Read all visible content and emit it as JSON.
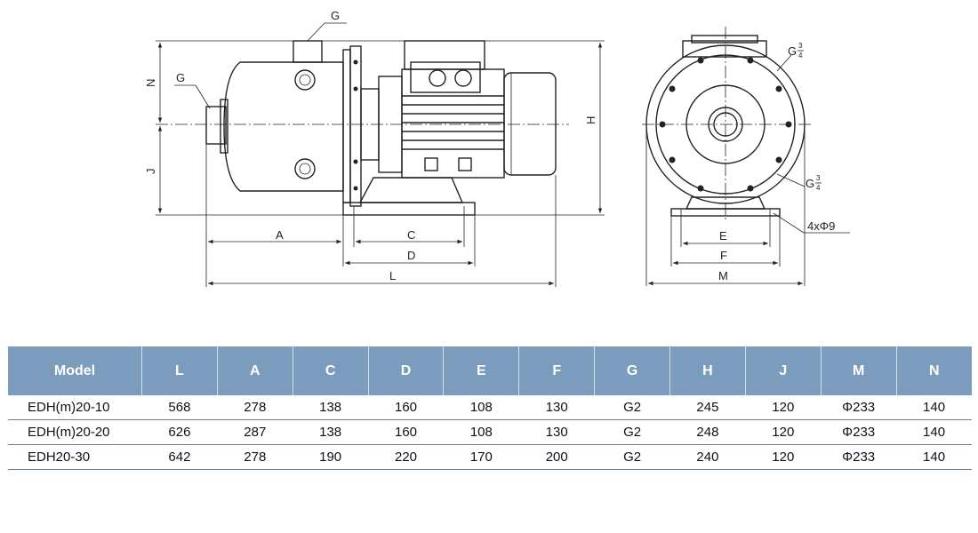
{
  "drawing": {
    "side_labels": {
      "G_top": "G",
      "G_left": "G",
      "N": "N",
      "J": "J",
      "H": "H",
      "A": "A",
      "C": "C",
      "D": "D",
      "L": "L"
    },
    "end_labels": {
      "G34_top": "G",
      "G34_bottom": "G",
      "fraction_num": "3",
      "fraction_den": "4",
      "E": "E",
      "F": "F",
      "M": "M",
      "holes": "4xΦ9"
    }
  },
  "table": {
    "headers": [
      "Model",
      "L",
      "A",
      "C",
      "D",
      "E",
      "F",
      "G",
      "H",
      "J",
      "M",
      "N"
    ],
    "rows": [
      [
        "EDH(m)20-10",
        "568",
        "278",
        "138",
        "160",
        "108",
        "130",
        "G2",
        "245",
        "120",
        "Φ233",
        "140"
      ],
      [
        "EDH(m)20-20",
        "626",
        "287",
        "138",
        "160",
        "108",
        "130",
        "G2",
        "248",
        "120",
        "Φ233",
        "140"
      ],
      [
        "EDH20-30",
        "642",
        "278",
        "190",
        "220",
        "170",
        "200",
        "G2",
        "240",
        "120",
        "Φ233",
        "140"
      ]
    ]
  },
  "colors": {
    "header_bg": "#7b9cbc",
    "header_text": "#ffffff",
    "line": "#222222"
  }
}
